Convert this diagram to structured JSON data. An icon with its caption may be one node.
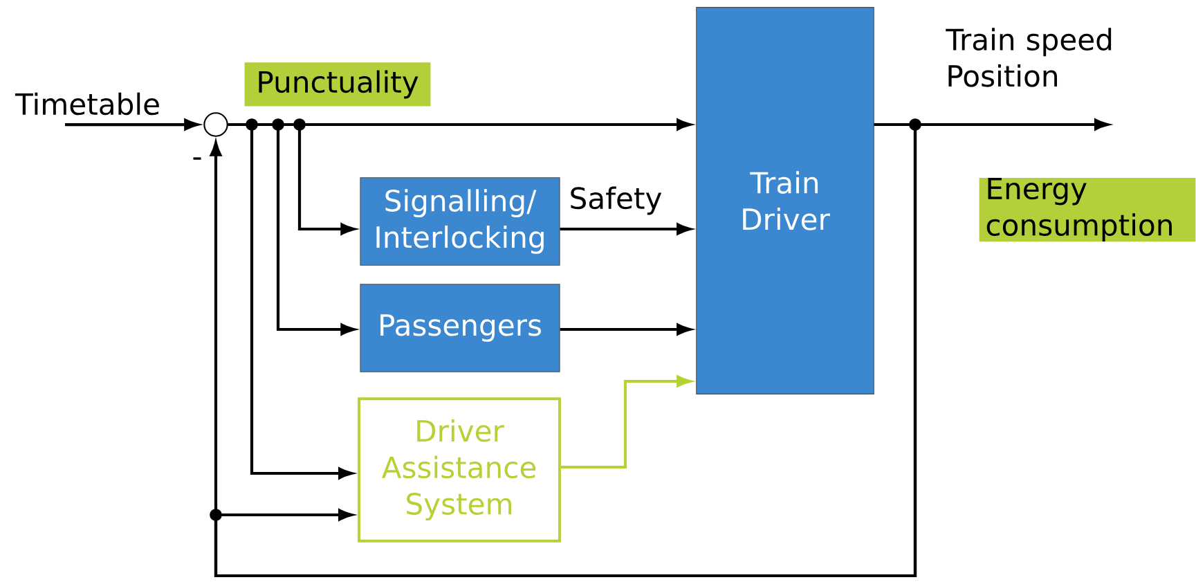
{
  "diagram": {
    "nodes": [
      {
        "text": [
          "Timetable"
        ]
      },
      {
        "text": [],
        "shape": "circle",
        "beside": [
          "-"
        ]
      },
      {
        "text": [
          "Punctuality"
        ]
      },
      {
        "text": [
          "Signalling/ Interlocking"
        ]
      },
      {
        "text": [
          "Passengers"
        ]
      },
      {
        "text": [
          "Driver Assistance System"
        ]
      },
      {
        "text": [
          "Train Driver"
        ]
      },
      {
        "text": [
          "Energy consumption"
        ]
      }
    ],
    "edges": [
      {
        "from": 0,
        "to": 1,
        "arrow": "to"
      },
      {
        "from": 1,
        "to": 6,
        "arrow": "to"
      },
      {
        "from": 1,
        "to": 3,
        "arrow": "to"
      },
      {
        "from": 1,
        "to": 4,
        "arrow": "to"
      },
      {
        "from": 1,
        "to": 5,
        "arrow": "to"
      },
      {
        "from": 3,
        "to": 6,
        "arrow": "to",
        "label": "Safety"
      },
      {
        "from": 4,
        "to": 6,
        "arrow": "to"
      },
      {
        "from": 5,
        "to": 6,
        "arrow": "to",
        "color": "#b4d236"
      },
      {
        "from": 6,
        "to": null,
        "arrow": "to"
      },
      {
        "from": 6,
        "to": 1,
        "arrow": "to"
      },
      {
        "from": 6,
        "to": 5,
        "arrow": "to"
      }
    ],
    "labels": [
      "Train speed Position"
    ]
  }
}
